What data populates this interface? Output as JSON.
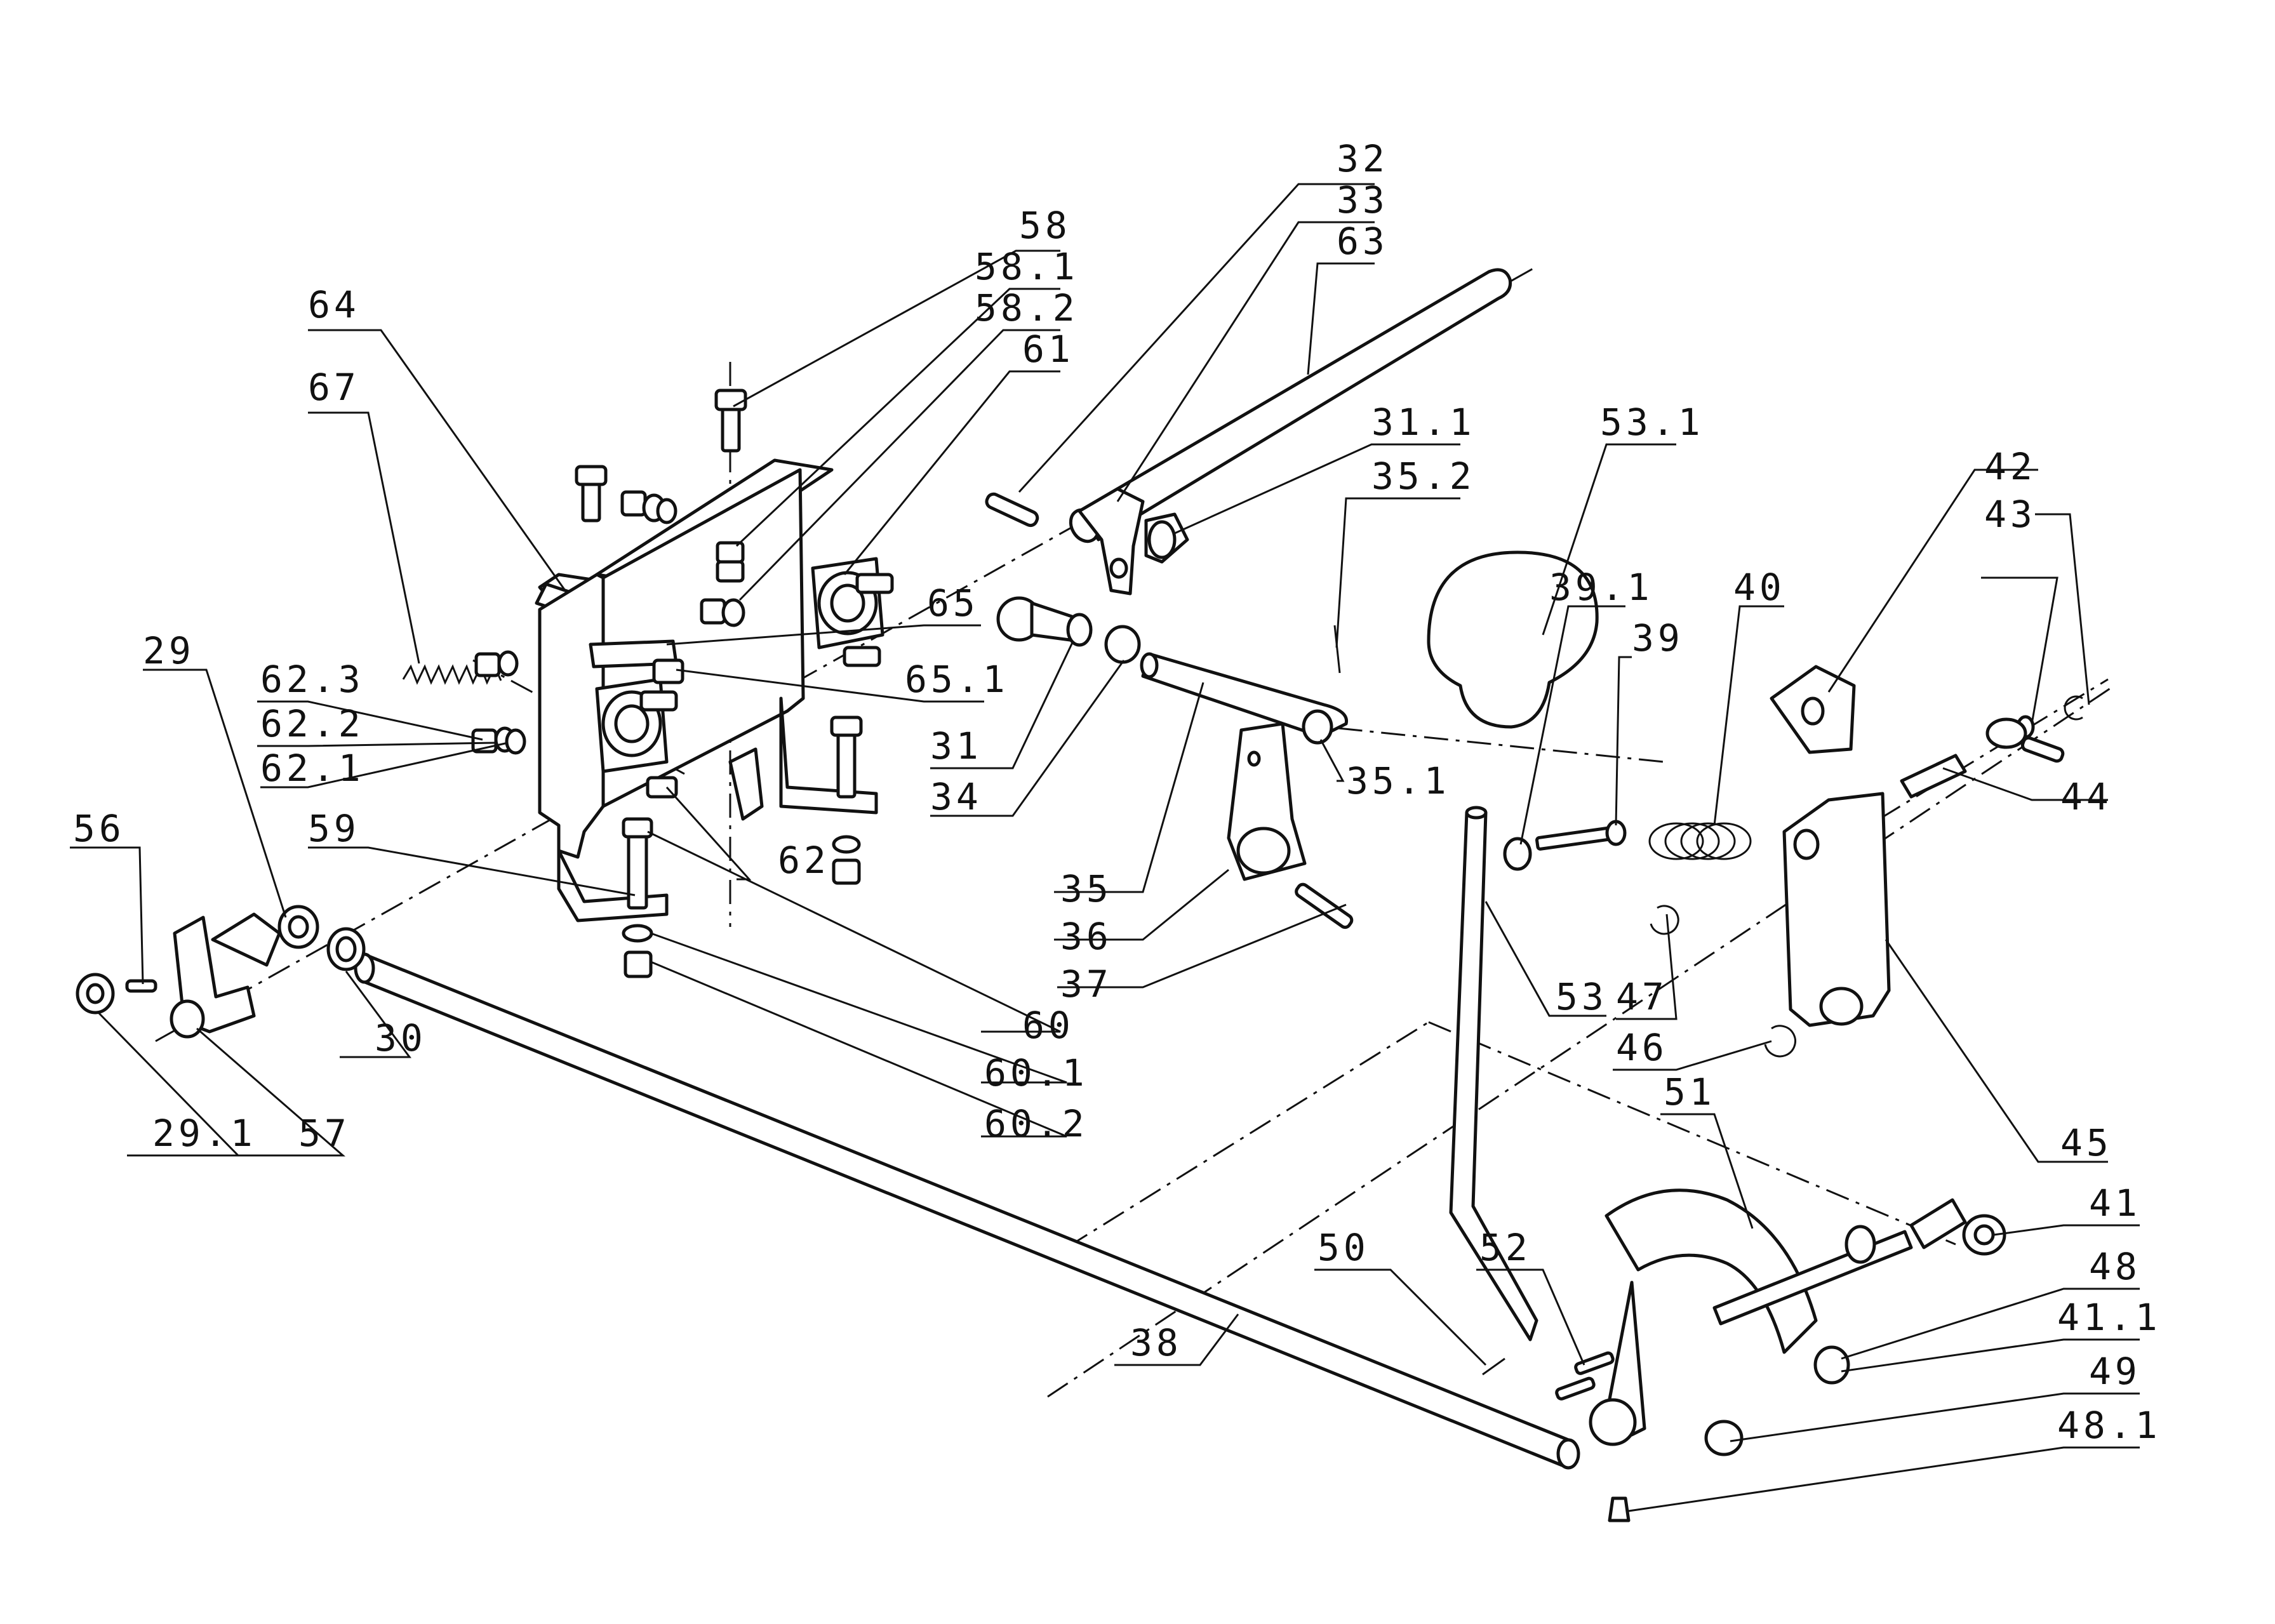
{
  "colors": {
    "line": "#111111",
    "background": "#ffffff"
  },
  "labels": {
    "l32": "32",
    "l33": "33",
    "l63": "63",
    "l58": "58",
    "l58_1": "58.1",
    "l58_2": "58.2",
    "l61": "61",
    "l64": "64",
    "l67": "67",
    "l31_1": "31.1",
    "l35_2": "35.2",
    "l53_1": "53.1",
    "l42": "42",
    "l43": "43",
    "l65": "65",
    "l65_1": "65.1",
    "l29": "29",
    "l62_3": "62.3",
    "l62_2": "62.2",
    "l62_1": "62.1",
    "l39_1": "39.1",
    "l39": "39",
    "l40": "40",
    "l31": "31",
    "l34": "34",
    "l35_1": "35.1",
    "l44": "44",
    "l56": "56",
    "l59": "59",
    "l62": "62",
    "l35": "35",
    "l36": "36",
    "l37": "37",
    "l53": "53",
    "l47": "47",
    "l46": "46",
    "l30": "30",
    "l60": "60",
    "l60_1": "60.1",
    "l60_2": "60.2",
    "l29_1": "29.1",
    "l57": "57",
    "l45": "45",
    "l51": "51",
    "l41": "41",
    "l48": "48",
    "l50": "50",
    "l52": "52",
    "l41_1": "41.1",
    "l49": "49",
    "l48_1": "48.1",
    "l38": "38"
  }
}
